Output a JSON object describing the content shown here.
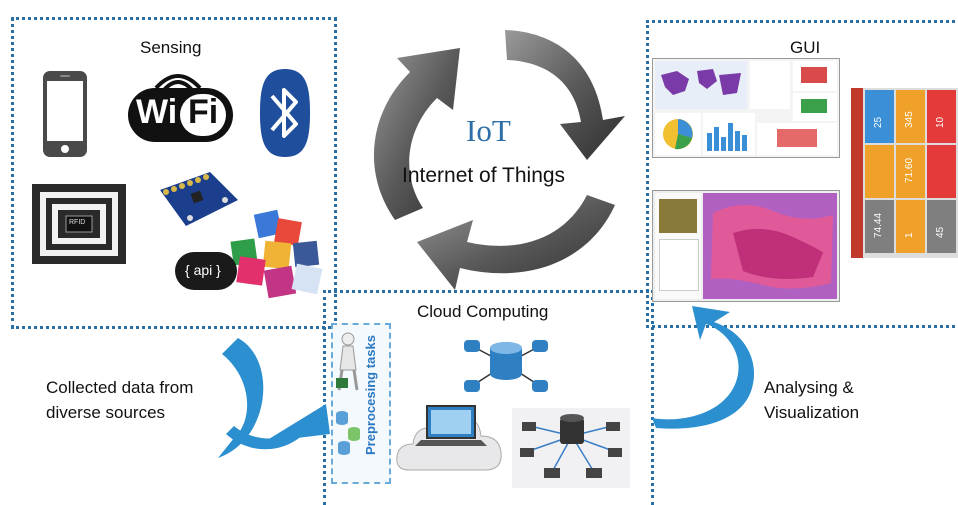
{
  "sensing": {
    "title": "Sensing",
    "wifi_text_left": "Wi",
    "wifi_text_right": "Fi",
    "rfid_text": "RFID",
    "api_text": "{ api }"
  },
  "iot": {
    "title": "IoT",
    "subtitle": "Internet of Things"
  },
  "gui": {
    "title": "GUI",
    "tiles": [
      {
        "value": "25",
        "color": "#3a8fd6"
      },
      {
        "value": "345",
        "color": "#f0a12a"
      },
      {
        "value": "10",
        "color": "#e43a3a"
      },
      {
        "value": "",
        "color": "#f0a12a"
      },
      {
        "value": "71.60",
        "color": "#f0a12a"
      },
      {
        "value": "",
        "color": "#e43a3a"
      },
      {
        "value": "74.44",
        "color": "#7f7f7f"
      },
      {
        "value": "1",
        "color": "#f0a12a"
      },
      {
        "value": "45",
        "color": "#7f7f7f"
      }
    ]
  },
  "cloud": {
    "title": "Cloud Computing",
    "preprocessing": "Preprocesing tasks"
  },
  "flow": {
    "collected": "Collected data from\ndiverse sources",
    "analysing": "Analysing &\nVisualization"
  },
  "colors": {
    "dotted_border": "#2a6fa3",
    "blue_arrow": "#2b8fd0",
    "grey_arrow": "#6c6c6c",
    "iot_blue": "#2d6ea8"
  }
}
